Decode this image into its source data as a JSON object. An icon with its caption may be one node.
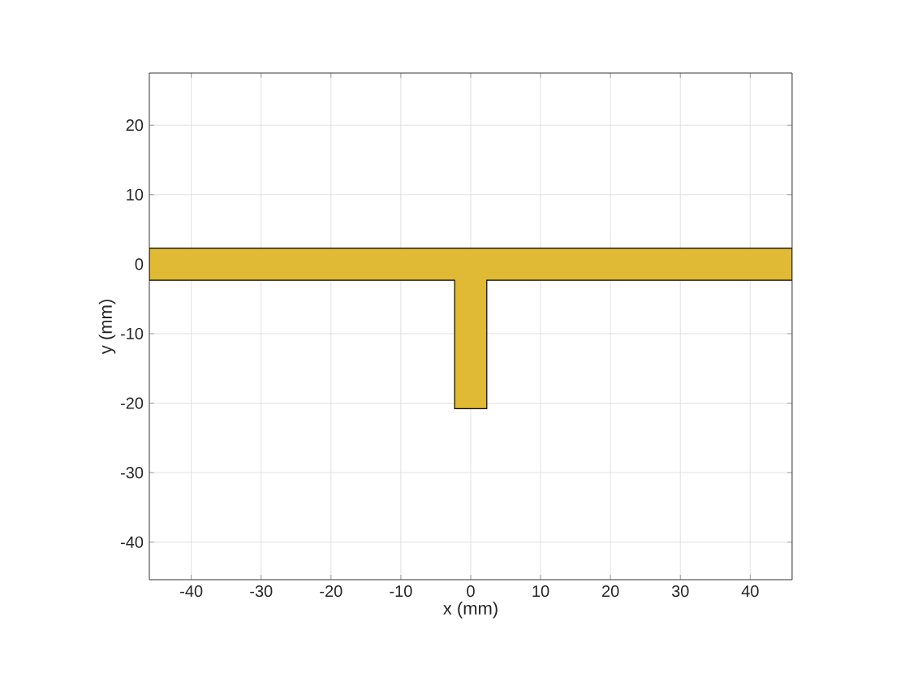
{
  "diagram": {
    "chart_data": {
      "type": "area",
      "xlabel": "x (mm)",
      "ylabel": "y (mm)",
      "xlim": [
        -46,
        46
      ],
      "ylim": [
        -45.4,
        27.5
      ],
      "xticks": [
        -40,
        -30,
        -20,
        -10,
        0,
        10,
        20,
        30,
        40
      ],
      "yticks": [
        -40,
        -30,
        -20,
        -10,
        0,
        10,
        20
      ],
      "grid": true,
      "x": [
        -46,
        46,
        46,
        2.3,
        2.3,
        -2.3,
        -2.3,
        -46,
        -46
      ],
      "series": [
        {
          "color": "#e0b935",
          "values": [
            2.3,
            2.3,
            -2.3,
            -2.3,
            -20.8,
            -20.8,
            -2.3,
            -2.3,
            2.3
          ]
        }
      ]
    }
  }
}
